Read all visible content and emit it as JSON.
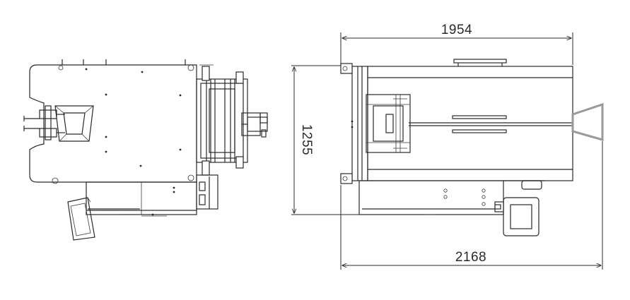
{
  "dimensions": {
    "width_top": "1954",
    "width_bottom": "2168",
    "height": "1255"
  },
  "colors": {
    "line": "#2a2a2a",
    "background": "#ffffff",
    "chute": "#999999"
  }
}
